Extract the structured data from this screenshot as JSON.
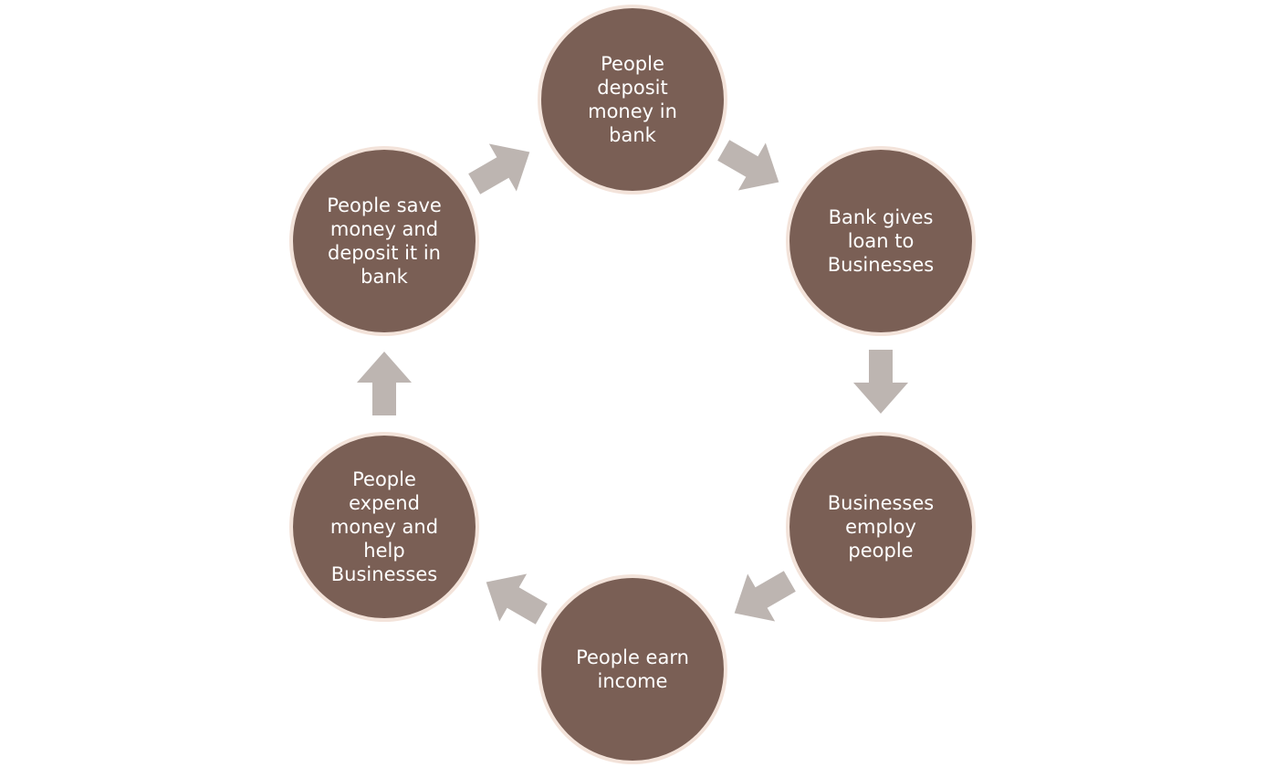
{
  "diagram": {
    "colors": {
      "node_fill": "#7a5f55",
      "node_border": "#f3e3da",
      "node_text": "#ffffff",
      "arrow_fill": "#bdb5b1",
      "background": "#ffffff"
    },
    "nodes": [
      {
        "id": "deposit",
        "text": "People\ndeposit\nmoney in\nbank"
      },
      {
        "id": "loan",
        "text": "Bank gives\nloan to\nBusinesses"
      },
      {
        "id": "employ",
        "text": "Businesses\nemploy\npeople"
      },
      {
        "id": "income",
        "text": "People earn\nincome"
      },
      {
        "id": "expend",
        "text": "People\nexpend\nmoney and\nhelp\nBusinesses"
      },
      {
        "id": "save",
        "text": "People save\nmoney and\ndeposit it in\nbank"
      }
    ],
    "arrows": [
      {
        "from": "deposit",
        "to": "loan",
        "icon": "arrow-icon"
      },
      {
        "from": "loan",
        "to": "employ",
        "icon": "arrow-icon"
      },
      {
        "from": "employ",
        "to": "income",
        "icon": "arrow-icon"
      },
      {
        "from": "income",
        "to": "expend",
        "icon": "arrow-icon"
      },
      {
        "from": "expend",
        "to": "save",
        "icon": "arrow-icon"
      },
      {
        "from": "save",
        "to": "deposit",
        "icon": "arrow-icon"
      }
    ]
  }
}
